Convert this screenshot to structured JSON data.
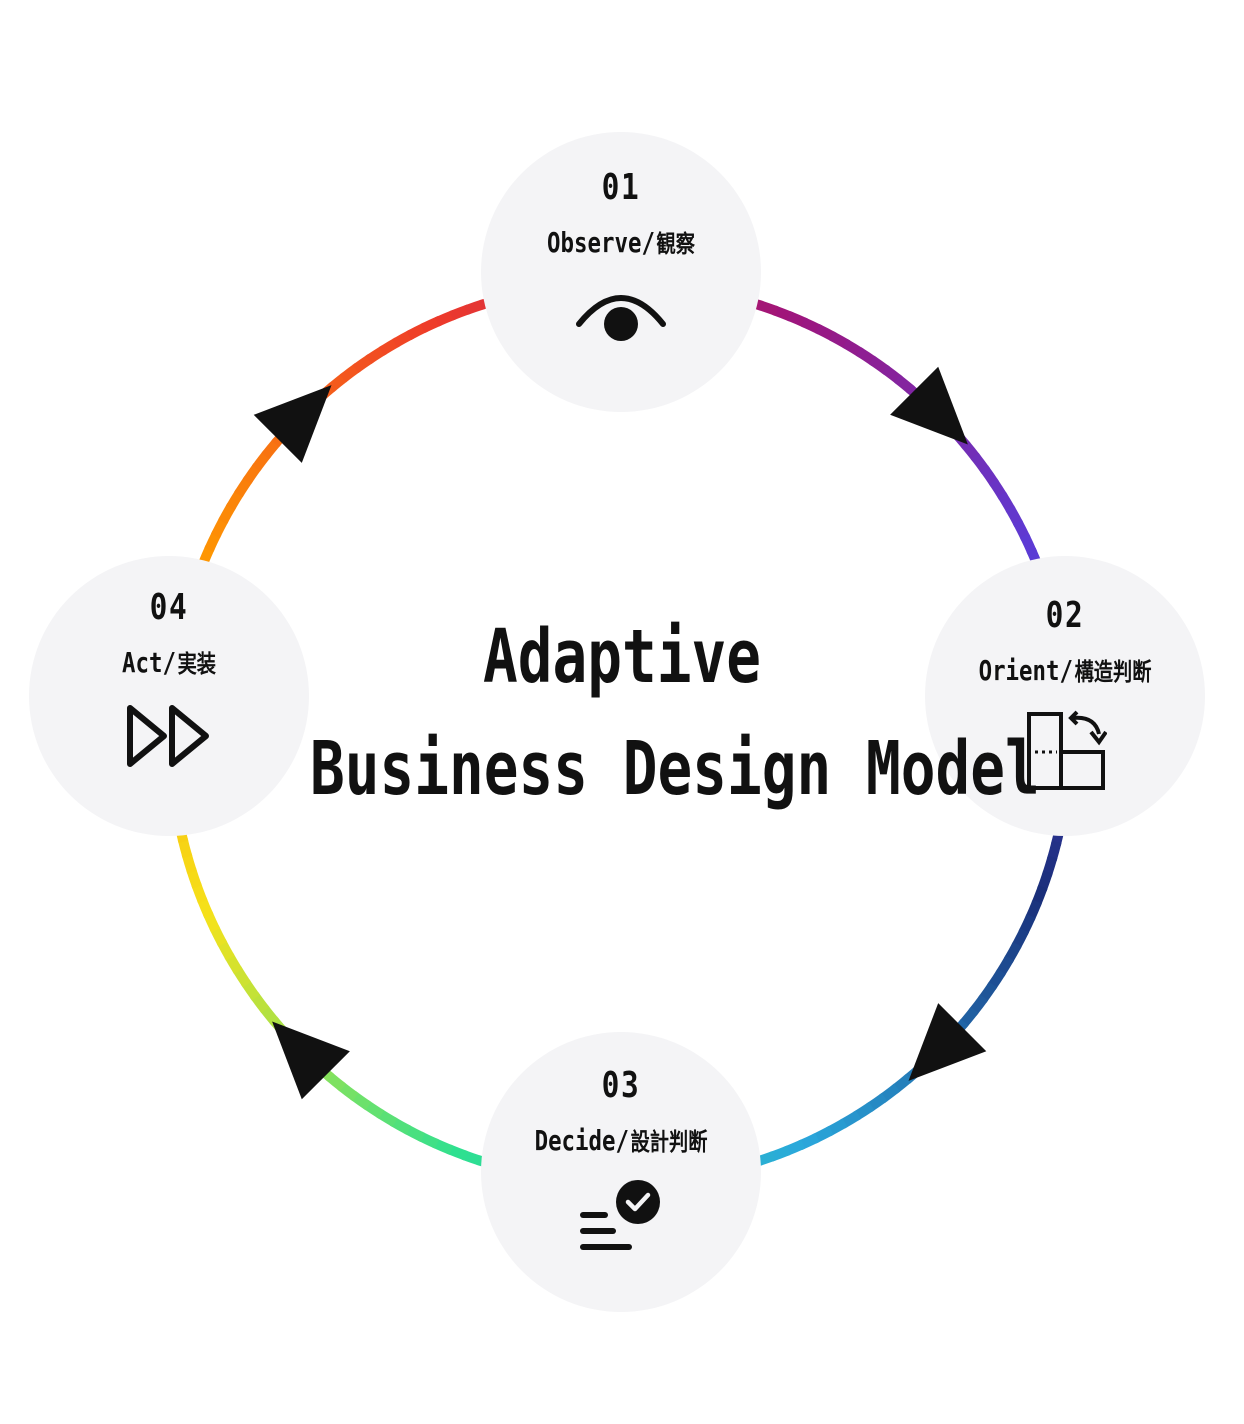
{
  "title": {
    "line1": "Adaptive",
    "line2": "Business Design Model"
  },
  "steps": [
    {
      "number": "01",
      "label_en": "Observe/",
      "label_jp": "観察",
      "icon": "eye-icon"
    },
    {
      "number": "02",
      "label_en": "Orient/",
      "label_jp": "構造判断",
      "icon": "layout-rotate-icon"
    },
    {
      "number": "03",
      "label_en": "Decide/",
      "label_jp": "設計判断",
      "icon": "checklist-icon"
    },
    {
      "number": "04",
      "label_en": "Act/",
      "label_jp": "実装",
      "icon": "fast-forward-icon"
    }
  ],
  "colors": {
    "node_background": "#f4f4f6",
    "text": "#111111",
    "arrow": "#111111",
    "ring_gradient": [
      "#a0147a",
      "#5b3bd6",
      "#1a2f7a",
      "#2aa8dc",
      "#2ee090",
      "#f5e21a",
      "#ff9a00",
      "#ee3a2a"
    ]
  }
}
